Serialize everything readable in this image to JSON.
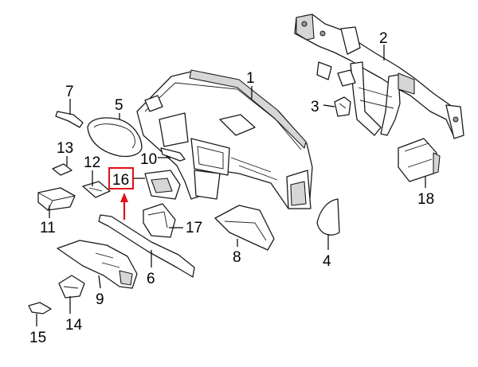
{
  "colors": {
    "line": "#1a1a1a",
    "highlight": "#e0101a",
    "background": "#ffffff"
  },
  "callouts": {
    "c1": "1",
    "c2": "2",
    "c3": "3",
    "c4": "4",
    "c5": "5",
    "c6": "6",
    "c7": "7",
    "c8": "8",
    "c9": "9",
    "c10": "10",
    "c11": "11",
    "c12": "12",
    "c13": "13",
    "c14": "14",
    "c15": "15",
    "c16": "16",
    "c17": "17",
    "c18": "18"
  }
}
